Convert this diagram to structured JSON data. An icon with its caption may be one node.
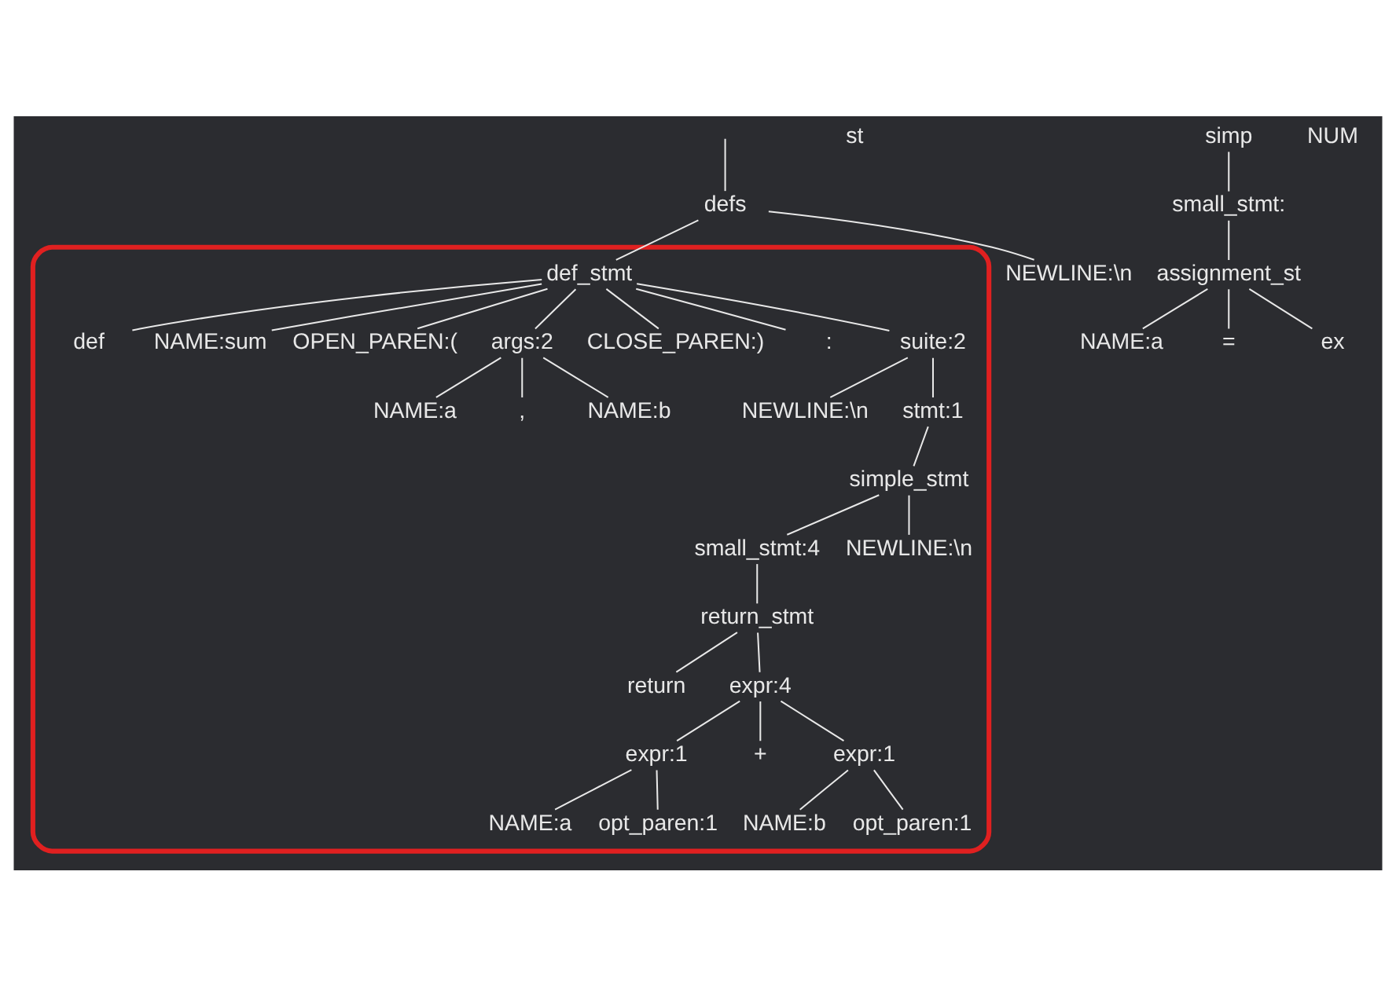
{
  "diagram": {
    "nodes": [
      {
        "text": [
          "defs"
        ]
      },
      {
        "text": [
          "st"
        ]
      },
      {
        "text": [],
        "shape": "loop"
      },
      {
        "text": [
          "def_stmt"
        ],
        "in": 2
      },
      {
        "text": [
          "NEWLINE:\\n"
        ]
      },
      {
        "text": [
          "simp"
        ]
      },
      {
        "text": [
          "def"
        ],
        "in": 2
      },
      {
        "text": [
          "NAME:sum"
        ],
        "in": 2
      },
      {
        "text": [
          "OPEN_PAREN:("
        ],
        "in": 2
      },
      {
        "text": [
          "args:2"
        ],
        "in": 2
      },
      {
        "text": [
          "CLOSE_PAREN:)"
        ],
        "in": 2
      },
      {
        "text": [
          ":"
        ],
        "in": 2
      },
      {
        "text": [
          "suite:2"
        ],
        "in": 2
      },
      {
        "text": [
          "small_stmt:"
        ]
      },
      {
        "text": [
          "NAME:a"
        ],
        "in": 2
      },
      {
        "text": [
          ","
        ],
        "in": 2
      },
      {
        "text": [
          "NAME:b"
        ],
        "in": 2
      },
      {
        "text": [
          "NEWLINE:\\n"
        ],
        "in": 2
      },
      {
        "text": [
          "stmt:1"
        ],
        "in": 2
      },
      {
        "text": [
          "assignment_st"
        ]
      },
      {
        "text": [
          "simple_stmt"
        ],
        "in": 2
      },
      {
        "text": [
          "NAME:a"
        ]
      },
      {
        "text": [
          "="
        ]
      },
      {
        "text": [
          "ex"
        ]
      },
      {
        "text": [
          "small_stmt:4"
        ],
        "in": 2
      },
      {
        "text": [
          "NEWLINE:\\n"
        ],
        "in": 2
      },
      {
        "text": [
          "NUM"
        ]
      },
      {
        "text": [
          "return_stmt"
        ],
        "in": 2
      },
      {
        "text": [
          "return"
        ],
        "in": 2
      },
      {
        "text": [
          "expr:4"
        ],
        "in": 2
      },
      {
        "text": [
          "expr:1"
        ],
        "in": 2
      },
      {
        "text": [
          "+"
        ],
        "in": 2
      },
      {
        "text": [
          "expr:1"
        ],
        "in": 2
      },
      {
        "text": [
          "NAME:a"
        ],
        "in": 2
      },
      {
        "text": [
          "opt_paren:1"
        ],
        "in": 2
      },
      {
        "text": [
          "NAME:b"
        ],
        "in": 2
      },
      {
        "text": [
          "opt_paren:1"
        ],
        "in": 2
      }
    ],
    "edges": [
      {
        "from": null,
        "to": 0,
        "arrow": "none"
      },
      {
        "from": 0,
        "to": 3,
        "arrow": "none"
      },
      {
        "from": 0,
        "to": 4,
        "arrow": "none"
      },
      {
        "from": 3,
        "to": 6,
        "arrow": "none"
      },
      {
        "from": 3,
        "to": 7,
        "arrow": "none"
      },
      {
        "from": 3,
        "to": 8,
        "arrow": "none"
      },
      {
        "from": 3,
        "to": 9,
        "arrow": "none"
      },
      {
        "from": 3,
        "to": 10,
        "arrow": "none"
      },
      {
        "from": 3,
        "to": 11,
        "arrow": "none"
      },
      {
        "from": 3,
        "to": 12,
        "arrow": "none"
      },
      {
        "from": 9,
        "to": 14,
        "arrow": "none"
      },
      {
        "from": 9,
        "to": 15,
        "arrow": "none"
      },
      {
        "from": 9,
        "to": 16,
        "arrow": "none"
      },
      {
        "from": 12,
        "to": 17,
        "arrow": "none"
      },
      {
        "from": 12,
        "to": 18,
        "arrow": "none"
      },
      {
        "from": 18,
        "to": 20,
        "arrow": "none"
      },
      {
        "from": 20,
        "to": 24,
        "arrow": "none"
      },
      {
        "from": 20,
        "to": 25,
        "arrow": "none"
      },
      {
        "from": 24,
        "to": 27,
        "arrow": "none"
      },
      {
        "from": 27,
        "to": 28,
        "arrow": "none"
      },
      {
        "from": 27,
        "to": 29,
        "arrow": "none"
      },
      {
        "from": 29,
        "to": 30,
        "arrow": "none"
      },
      {
        "from": 29,
        "to": 31,
        "arrow": "none"
      },
      {
        "from": 29,
        "to": 32,
        "arrow": "none"
      },
      {
        "from": 30,
        "to": 33,
        "arrow": "none"
      },
      {
        "from": 30,
        "to": 34,
        "arrow": "none"
      },
      {
        "from": 32,
        "to": 35,
        "arrow": "none"
      },
      {
        "from": 32,
        "to": 36,
        "arrow": "none"
      },
      {
        "from": 5,
        "to": 13,
        "arrow": "none"
      },
      {
        "from": 13,
        "to": 19,
        "arrow": "none"
      },
      {
        "from": 19,
        "to": 21,
        "arrow": "none"
      },
      {
        "from": 19,
        "to": 22,
        "arrow": "none"
      },
      {
        "from": 19,
        "to": 23,
        "arrow": "none"
      }
    ]
  }
}
